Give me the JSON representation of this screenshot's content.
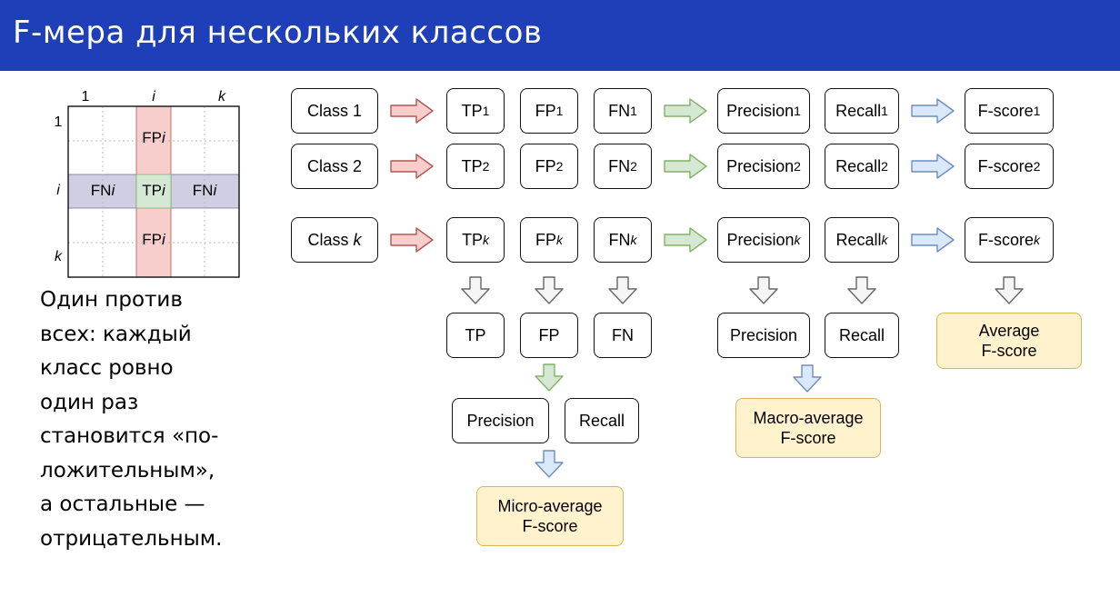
{
  "header": {
    "title": "F-мера для нескольких классов"
  },
  "matrix": {
    "col_labels": [
      "1",
      "i",
      "k"
    ],
    "row_labels": [
      "1",
      "i",
      "k"
    ],
    "cells": {
      "fp": "FP",
      "fn": "FN",
      "tp": "TP",
      "sub": "i"
    }
  },
  "description": {
    "lines": [
      "Один против",
      "всех: каждый",
      "класс ровно",
      "один раз",
      "становится «по-",
      "ложительным»,",
      "а остальные —",
      "отрицательным."
    ]
  },
  "flow": {
    "rows": [
      {
        "class_prefix": "Class ",
        "class_id": "1",
        "sub": "1"
      },
      {
        "class_prefix": "Class ",
        "class_id": "2",
        "sub": "2"
      },
      {
        "class_prefix": "Class ",
        "class_id": "k",
        "sub": "k"
      }
    ],
    "labels": {
      "tp": "TP",
      "fp": "FP",
      "fn": "FN",
      "precision": "Precision",
      "recall": "Recall",
      "fscore": "F-score"
    },
    "aggregate": {
      "tp": "TP",
      "fp": "FP",
      "fn": "FN",
      "precision": "Precision",
      "recall": "Recall",
      "micro_precision": "Precision",
      "micro_recall": "Recall",
      "micro_line1": "Micro-average",
      "micro_line2": "F-score",
      "macro_line1": "Macro-average",
      "macro_line2": "F-score",
      "avg_line1": "Average",
      "avg_line2": "F-score"
    }
  },
  "colors": {
    "header": "#1f3fb8",
    "red_arrow_fill": "#f8cecc",
    "red_arrow_stroke": "#b85450",
    "green_arrow_fill": "#d5e8d4",
    "green_arrow_stroke": "#82b366",
    "blue_arrow_fill": "#dae8fc",
    "blue_arrow_stroke": "#6c8ebf",
    "gray_arrow_fill": "#f5f5f5",
    "gray_arrow_stroke": "#666666",
    "yellow_box_fill": "#fff2cc",
    "yellow_box_stroke": "#d6b656",
    "fn_band": "#d0cee2",
    "fp_band": "#f8cecc",
    "tp_cell": "#d5e8d4"
  }
}
